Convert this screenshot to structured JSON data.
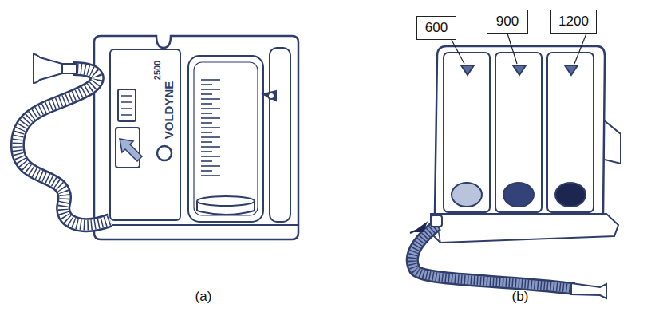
{
  "diagram": {
    "nodes": [
      {
        "text": [
          "600"
        ]
      },
      {
        "text": [
          "900"
        ]
      },
      {
        "text": [
          "1200"
        ]
      }
    ],
    "labels": [
      "2500",
      "VOLDYNE",
      "(a)",
      "(b)"
    ]
  }
}
